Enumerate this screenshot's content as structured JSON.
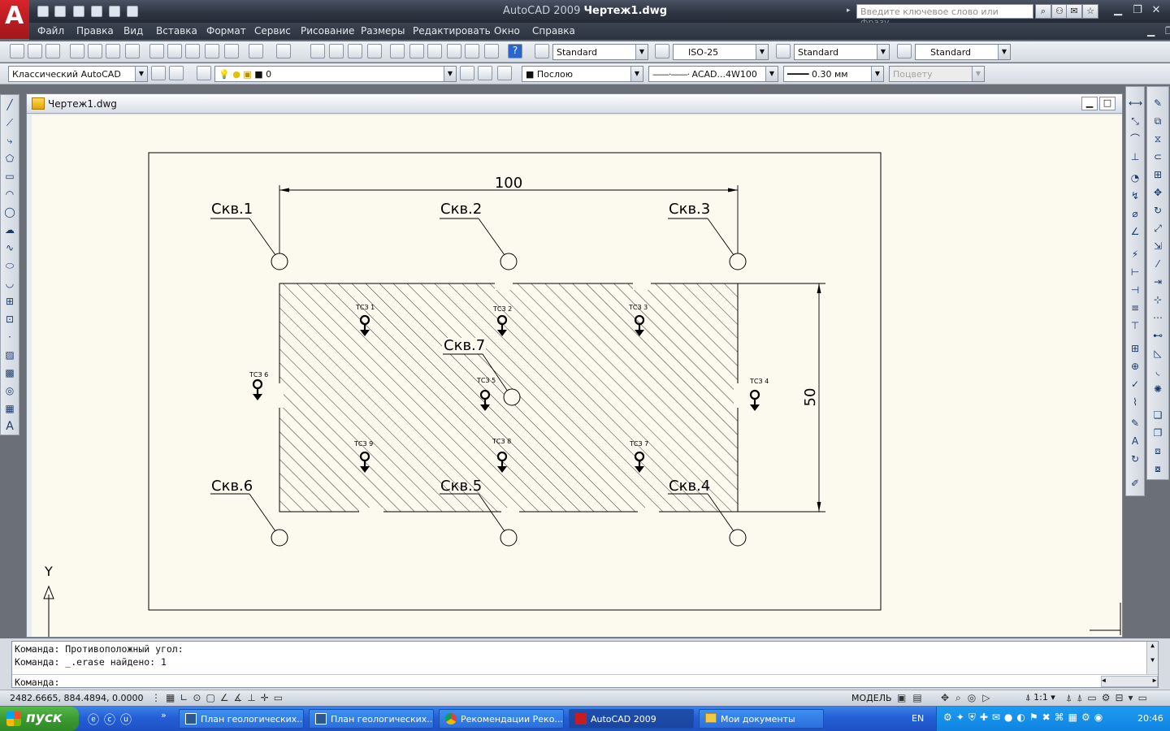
{
  "app": {
    "title_prefix": "AutoCAD 2009",
    "title_file": "Чертеж1.dwg",
    "logo_letter": "A",
    "search_placeholder": "Введите ключевое слово или фразу"
  },
  "menu": [
    "Файл",
    "Правка",
    "Вид",
    "Вставка",
    "Формат",
    "Сервис",
    "Рисование",
    "Размеры",
    "Редактировать",
    "Окно",
    "Справка"
  ],
  "styles_toolbar": {
    "text_style": "Standard",
    "dim_style": "ISO-25",
    "table_style": "Standard",
    "mleader_style": "Standard"
  },
  "layers_toolbar": {
    "workspace": "Классический AutoCAD",
    "layer": "0",
    "color": "Послою",
    "linetype": "ACAD...4W100",
    "lineweight": "0.30 мм",
    "plotstyle": "Поцвету"
  },
  "document": {
    "title": "Чертеж1.dwg"
  },
  "drawing": {
    "dim_horizontal": "100",
    "dim_vertical": "50",
    "wells": [
      "Скв.1",
      "Скв.2",
      "Скв.3",
      "Скв.4",
      "Скв.5",
      "Скв.6",
      "Скв.7"
    ],
    "stations": [
      "ТСЗ 1",
      "ТСЗ 2",
      "ТСЗ 3",
      "ТСЗ 4",
      "ТСЗ 5",
      "ТСЗ 6",
      "ТСЗ 7",
      "ТСЗ 8",
      "ТСЗ 9"
    ],
    "ucs_y": "Y"
  },
  "command": {
    "history": [
      "Команда: Противоположный угол:",
      "Команда: _.erase найдено: 1"
    ],
    "prompt": "Команда:"
  },
  "status": {
    "coords": "2482.6665, 884.4894, 0.0000",
    "model": "МОДЕЛЬ",
    "scale": "1:1"
  },
  "taskbar": {
    "start": "пуск",
    "tasks": [
      "План геологических...",
      "План геологических...",
      "Рекомендации Реко...",
      "AutoCAD 2009",
      "Мои документы"
    ],
    "lang": "EN",
    "clock": "20:46"
  }
}
